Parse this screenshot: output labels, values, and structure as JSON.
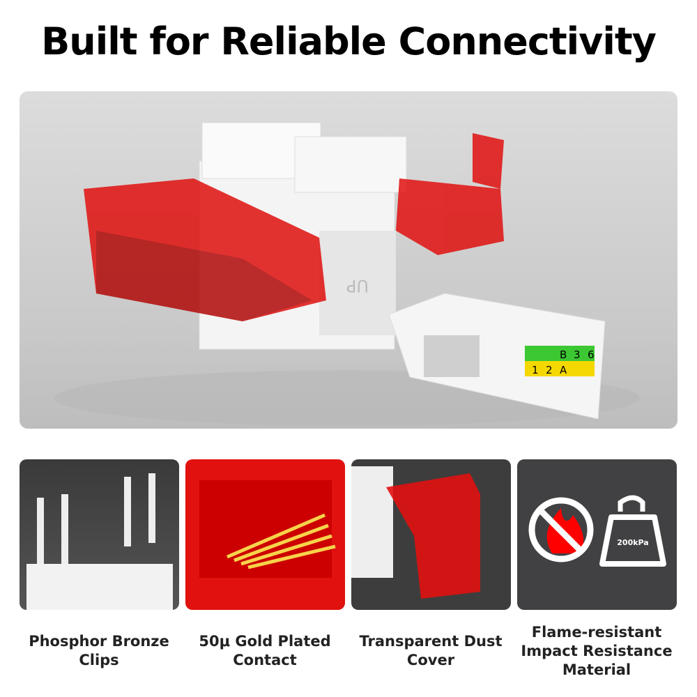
{
  "title": "Built for Reliable Connectivity",
  "hero": {
    "module_label": "UP",
    "pin_labels": [
      "1",
      "2",
      "B",
      "A",
      "3",
      "6"
    ]
  },
  "features": [
    {
      "caption": "Phosphor Bronze Clips",
      "image": "bronze-clips-photo"
    },
    {
      "caption": "50μ Gold Plated Contact",
      "image": "gold-contacts-photo"
    },
    {
      "caption": "Transparent Dust Cover",
      "image": "dust-cover-photo"
    },
    {
      "caption": "Flame-resistant Impact Resistance Material",
      "image": "flame-weight-icons",
      "pressure_label": "200kPa"
    }
  ],
  "colors": {
    "accent_red": "#e0110f",
    "tile_dark": "#414042"
  }
}
